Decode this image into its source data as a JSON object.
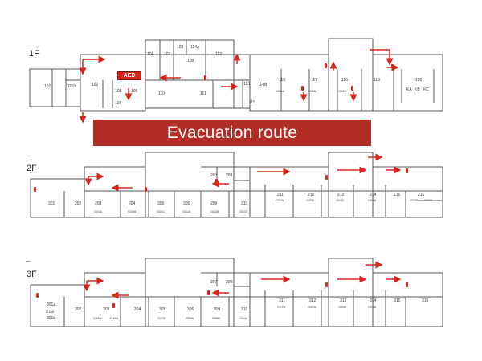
{
  "banner": "Evacuation route",
  "aed": "AED",
  "colors": {
    "route": "#d6261c",
    "banner": "#b22d24",
    "wall": "#555555"
  },
  "floors": [
    {
      "label": "1F",
      "rooms": [
        "101",
        "101b",
        "102",
        "103",
        "104",
        "105",
        "106",
        "107",
        "108",
        "114A",
        "109",
        "110",
        "111",
        "112",
        "113",
        "114B",
        "115",
        "118",
        "117",
        "116",
        "119",
        "120",
        "KA",
        "KB",
        "KC"
      ],
      "codes": [
        "G01A",
        "G01B",
        "G01C"
      ]
    },
    {
      "label": "2F",
      "rooms": [
        "201",
        "202",
        "203",
        "204",
        "205",
        "206",
        "207",
        "208",
        "209",
        "210",
        "211",
        "212",
        "213",
        "214",
        "215",
        "216"
      ],
      "codes": [
        "G04A",
        "G04B",
        "G05C",
        "G02A",
        "G02B",
        "G02C",
        "G03A",
        "G03B",
        "G03C",
        "G05A",
        "G05B",
        "G06C"
      ]
    },
    {
      "label": "3F",
      "rooms": [
        "301a",
        "301b",
        "302",
        "303",
        "304",
        "305",
        "306",
        "307",
        "308",
        "309",
        "310",
        "311",
        "312",
        "313",
        "314",
        "315",
        "316"
      ],
      "codes": [
        "G10A",
        "G11A",
        "G12A",
        "G09B",
        "G09A",
        "G08B",
        "G08A",
        "G07B",
        "G07A",
        "G06B",
        "G06A"
      ]
    }
  ]
}
